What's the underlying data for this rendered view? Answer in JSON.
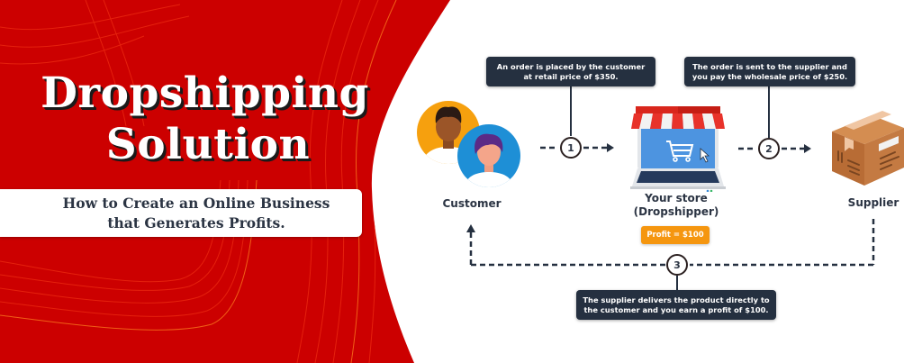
{
  "banner": {
    "title_line1": "Dropshipping",
    "title_line2": "Solution",
    "subtitle_line1": "How to Create an Online Business",
    "subtitle_line2": "that Generates Profits.",
    "colors": {
      "background_red": "#cc0000",
      "title_text": "#ffffff",
      "subtitle_text": "#2b3443"
    }
  },
  "diagram": {
    "nodes": {
      "customer": {
        "label": "Customer",
        "icon": "customers-avatars-icon"
      },
      "store": {
        "label_line1": "Your store",
        "label_line2": "(Dropshipper)",
        "icon": "online-store-laptop-icon"
      },
      "supplier": {
        "label": "Supplier",
        "icon": "cardboard-box-icon"
      }
    },
    "steps": [
      {
        "number": "1",
        "text": "An order is placed by the customer at retail price of $350."
      },
      {
        "number": "2",
        "text": "The order is sent to the supplier and you pay the wholesale price of $250."
      },
      {
        "number": "3",
        "text": "The supplier delivers the product directly to the customer and you earn a profit of $100."
      }
    ],
    "profit_badge": "Profit = $100",
    "colors": {
      "info_box": "#253040",
      "profit_badge": "#f5960f",
      "arrow": "#253040"
    }
  }
}
